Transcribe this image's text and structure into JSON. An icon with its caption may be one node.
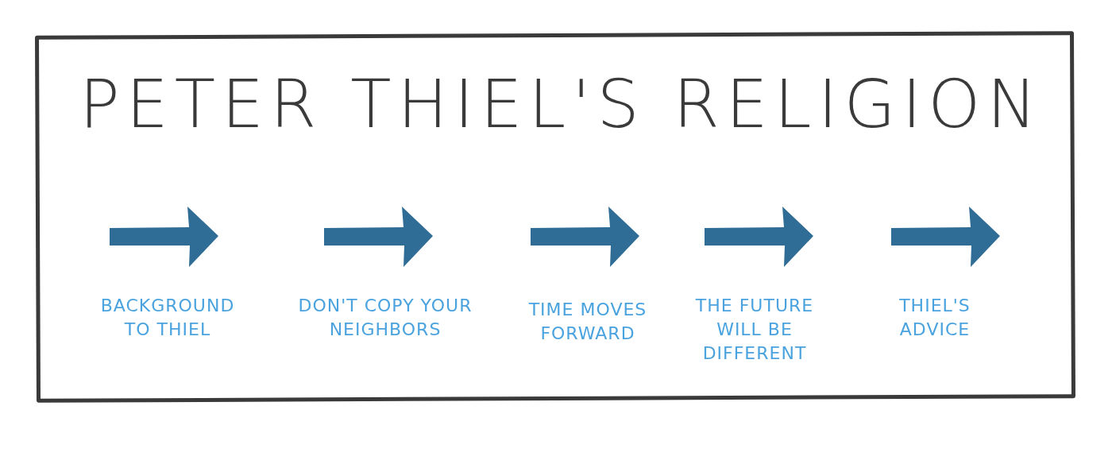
{
  "diagram": {
    "title": "PETER THIEL'S RELIGION",
    "labels": [
      "BACKGROUND TO THIEL",
      "DON'T COPY YOUR NEIGHBORS",
      "TIME MOVES FORWARD",
      "THE FUTURE WILL BE DIFFERENT",
      "THIEL'S ADVICE"
    ]
  }
}
